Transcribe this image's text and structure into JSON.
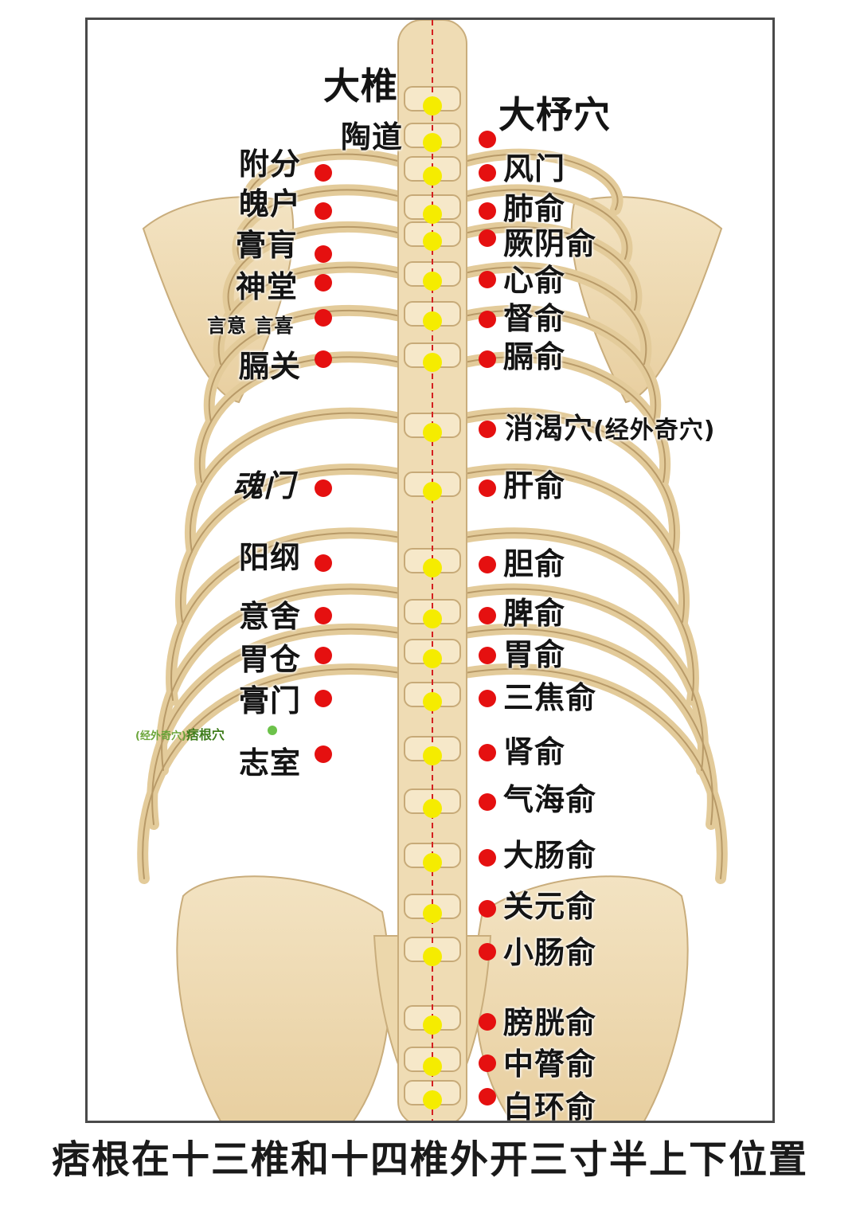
{
  "title": "大椎",
  "center_labels": {
    "dazhui": "大椎",
    "taodao": "陶道"
  },
  "right_labels": {
    "dazhu": "大杼穴",
    "fengmen": "风门",
    "feishu": "肺俞",
    "jueyinshu": "厥阴俞",
    "xinshu": "心俞",
    "dushu": "督俞",
    "geshu": "膈俞",
    "xiaoke": "消渴穴",
    "xiaoke_note": "(经外奇穴)",
    "ganshu": "肝俞",
    "danshu": "胆俞",
    "pishu": "脾俞",
    "weishu": "胃俞",
    "sanjiaoshu": "三焦俞",
    "shenshu": "肾俞",
    "qihaishu": "气海俞",
    "dachangshu": "大肠俞",
    "guanyuanshu": "关元俞",
    "xiaochangshu": "小肠俞",
    "pangguangshu": "膀胱俞",
    "zhonglushu": "中膂俞",
    "baihuanshu": "白环俞"
  },
  "left_labels": {
    "fufen": "附分",
    "pohu": "魄户",
    "gaohuang": "膏肓",
    "shentang": "神堂",
    "yixi": "言意 言喜",
    "geguan": "膈关",
    "hunmen": "魂门",
    "yanggang": "阳纲",
    "yishe": "意舍",
    "weicang": "胃仓",
    "huangmen": "膏门",
    "pigen_note": "(经外奇穴)",
    "pigen": "痞根穴",
    "zhishi": "志室"
  },
  "caption": "痞根在十三椎和十四椎外开三寸半上下位置",
  "colors": {
    "spine_point": "#f5ec00",
    "acupoint": "#e51010",
    "extra_point": "#6cc24a",
    "bone": "#efdcb4",
    "bone_shade": "#d9bd8c",
    "midline": "#d42020",
    "note_green": "#6ba53a"
  }
}
